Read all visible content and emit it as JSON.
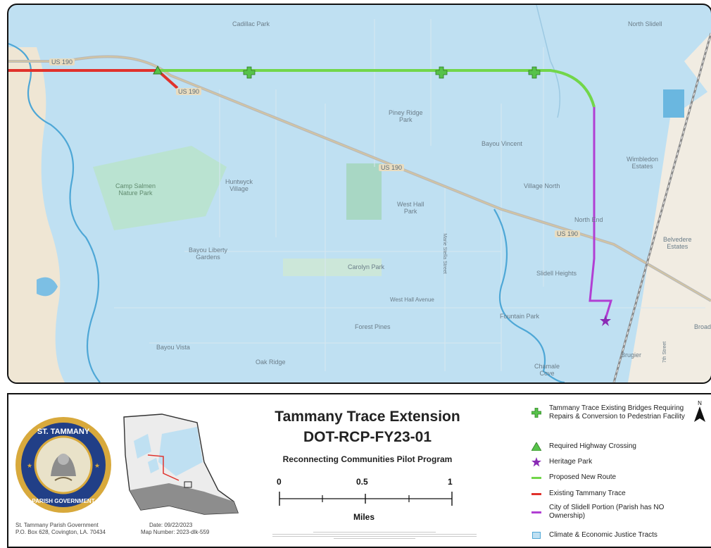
{
  "map": {
    "places": [
      {
        "name": "Cadillac Park"
      },
      {
        "name": "North Slidell"
      },
      {
        "name": "Piney Ridge\nPark"
      },
      {
        "name": "Bayou Vincent"
      },
      {
        "name": "Wimbledon\nEstates"
      },
      {
        "name": "Camp Salmen\nNature Park"
      },
      {
        "name": "Huntwyck\nVillage"
      },
      {
        "name": "Village North"
      },
      {
        "name": "West Hall\nPark"
      },
      {
        "name": "North End"
      },
      {
        "name": "Belvedere\nEstates"
      },
      {
        "name": "Bayou Liberty\nGardens"
      },
      {
        "name": "Carolyn Park"
      },
      {
        "name": "Slidell Heights"
      },
      {
        "name": "West Hall Avenue"
      },
      {
        "name": "Fountain Park"
      },
      {
        "name": "Forest Pines"
      },
      {
        "name": "Bayou Vista"
      },
      {
        "name": "Oak Ridge"
      },
      {
        "name": "Chamale\nCove"
      },
      {
        "name": "Brugier"
      },
      {
        "name": "Broad"
      },
      {
        "name": "7th Street"
      },
      {
        "name": "Marie Stella Street"
      }
    ],
    "road_labels": [
      "US 190",
      "US 190",
      "US 190",
      "US 190"
    ]
  },
  "legend": {
    "org_name": "St. Tammany Parish Government",
    "org_address": "P.O. Box 628, Covington, LA. 70434",
    "date": "Date: 09/22/2023",
    "map_number": "Map Number: 2023-dlk-559",
    "seal_top": "ST. TAMMANY",
    "seal_bottom": "PARISH GOVERNMENT",
    "title": "Tammany Trace Extension",
    "subtitle": "DOT-RCP-FY23-01",
    "program": "Reconnecting Communities Pilot Program",
    "scale": {
      "ticks": [
        "0",
        "0.5",
        "1"
      ],
      "units": "Miles"
    },
    "north": "N",
    "items": [
      {
        "label": "Tammany Trace Existing Bridges Requiring Repairs & Conversion to Pedestrian Facility",
        "symbol": "green-cross-icon",
        "color": "#57c24a"
      },
      {
        "label": "Required Highway Crossing",
        "symbol": "green-triangle-icon",
        "color": "#57c24a"
      },
      {
        "label": "Heritage Park",
        "symbol": "purple-star-icon",
        "color": "#8a2bb5"
      },
      {
        "label": "Proposed New Route",
        "symbol": "line",
        "color": "#72d64a"
      },
      {
        "label": "Existing Tammany Trace",
        "symbol": "line",
        "color": "#e0322c"
      },
      {
        "label": "City of Slidell Portion (Parish has NO Ownership)",
        "symbol": "line",
        "color": "#b13fd3"
      },
      {
        "label": "Climate & Economic Justice Tracts",
        "symbol": "box",
        "color": "#9fd4ee"
      }
    ]
  }
}
